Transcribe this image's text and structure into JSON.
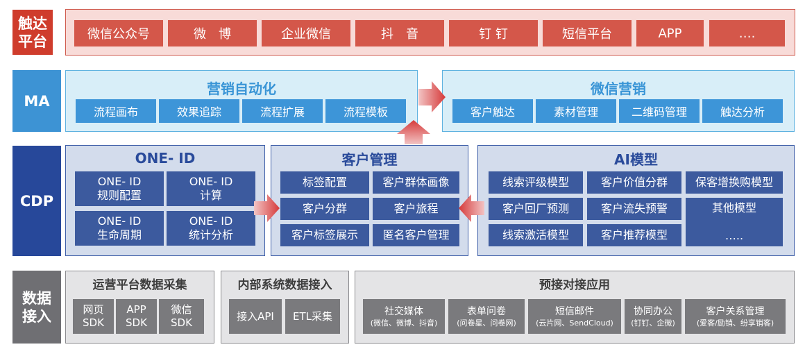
{
  "layers": {
    "touch": "触达\n平台",
    "ma": "MA",
    "cdp": "CDP",
    "data": "数据\n接入"
  },
  "touch_items": [
    "微信公众号",
    "微　博",
    "企业微信",
    "抖　音",
    "钉 钉",
    "短信平台",
    "APP",
    "…."
  ],
  "ma": {
    "automation": {
      "title": "营销自动化",
      "items": [
        "流程画布",
        "效果追踪",
        "流程扩展",
        "流程模板"
      ]
    },
    "wechat": {
      "title": "微信营销",
      "items": [
        "客户触达",
        "素材管理",
        "二维码管理",
        "触达分析"
      ]
    }
  },
  "cdp": {
    "oneid": {
      "title": "ONE- ID",
      "items": [
        "ONE- ID\n规则配置",
        "ONE- ID\n计算",
        "ONE- ID\n生命周期",
        "ONE- ID\n统计分析"
      ]
    },
    "customer": {
      "title": "客户管理",
      "items": [
        "标签配置",
        "客户群体画像",
        "客户分群",
        "客户旅程",
        "客户标签展示",
        "匿名客户管理"
      ]
    },
    "ai": {
      "title": "AI模型",
      "items": [
        "线索评级模型",
        "客户价值分群",
        "保客增换购模型",
        "客户回厂预测",
        "客户流失预警",
        "其他模型\n\n…..",
        "线索激活模型",
        "客户推荐模型"
      ]
    }
  },
  "data_access": {
    "ops": {
      "title": "运营平台数据采集",
      "items": [
        "网页\nSDK",
        "APP\nSDK",
        "微信\nSDK"
      ]
    },
    "internal": {
      "title": "内部系统数据接入",
      "items": [
        "接入API",
        "ETL采集"
      ]
    },
    "prelink": {
      "title": "预接对接应用",
      "items": [
        {
          "name": "社交媒体",
          "sub": "(微信、微博、抖音)"
        },
        {
          "name": "表单问卷",
          "sub": "(问卷星、问卷网)"
        },
        {
          "name": "短信邮件",
          "sub": "(云片网、SendCloud)"
        },
        {
          "name": "协同办公",
          "sub": "(钉钉、企微)"
        },
        {
          "name": "客户关系管理",
          "sub": "(爱客/励销、纷享销客)"
        }
      ]
    }
  },
  "colors": {
    "touch": "#cf3c2c",
    "ma": "#3d93d4",
    "cdp": "#27489a",
    "data": "#6f6f73",
    "arrow": "#d63a3a"
  }
}
